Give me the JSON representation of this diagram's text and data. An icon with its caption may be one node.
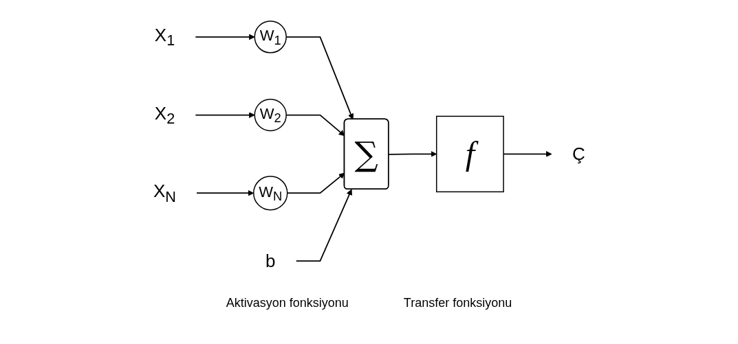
{
  "diagram": {
    "nodes": [
      {
        "text": [
          "X$_{1}$"
        ]
      },
      {
        "text": [
          "W$_{1}$"
        ]
      },
      {
        "text": [
          "X$_{2}$"
        ]
      },
      {
        "text": [
          "W$_{2}$"
        ]
      },
      {
        "text": [
          "X$_{N}$"
        ]
      },
      {
        "text": [
          "W$_{N}$"
        ]
      },
      {
        "text": [
          "b"
        ]
      },
      {
        "text": [
          "∑"
        ]
      },
      {
        "text": [
          "f"
        ]
      },
      {
        "text": [
          "Ç"
        ]
      }
    ],
    "edges": [
      {
        "from": 0,
        "to": 1,
        "arrow": "to"
      },
      {
        "from": 2,
        "to": 3,
        "arrow": "to"
      },
      {
        "from": 4,
        "to": 5,
        "arrow": "to"
      },
      {
        "from": 1,
        "to": 7,
        "arrow": "to"
      },
      {
        "from": 3,
        "to": 7,
        "arrow": "to"
      },
      {
        "from": 5,
        "to": 7,
        "arrow": "to"
      },
      {
        "from": 6,
        "to": 7,
        "arrow": "to"
      },
      {
        "from": 7,
        "to": 8,
        "arrow": "to"
      },
      {
        "from": 8,
        "to": 9,
        "arrow": "to"
      }
    ],
    "labels": [
      "Aktivasyon fonksiyonu",
      "Transfer fonksiyonu"
    ]
  }
}
